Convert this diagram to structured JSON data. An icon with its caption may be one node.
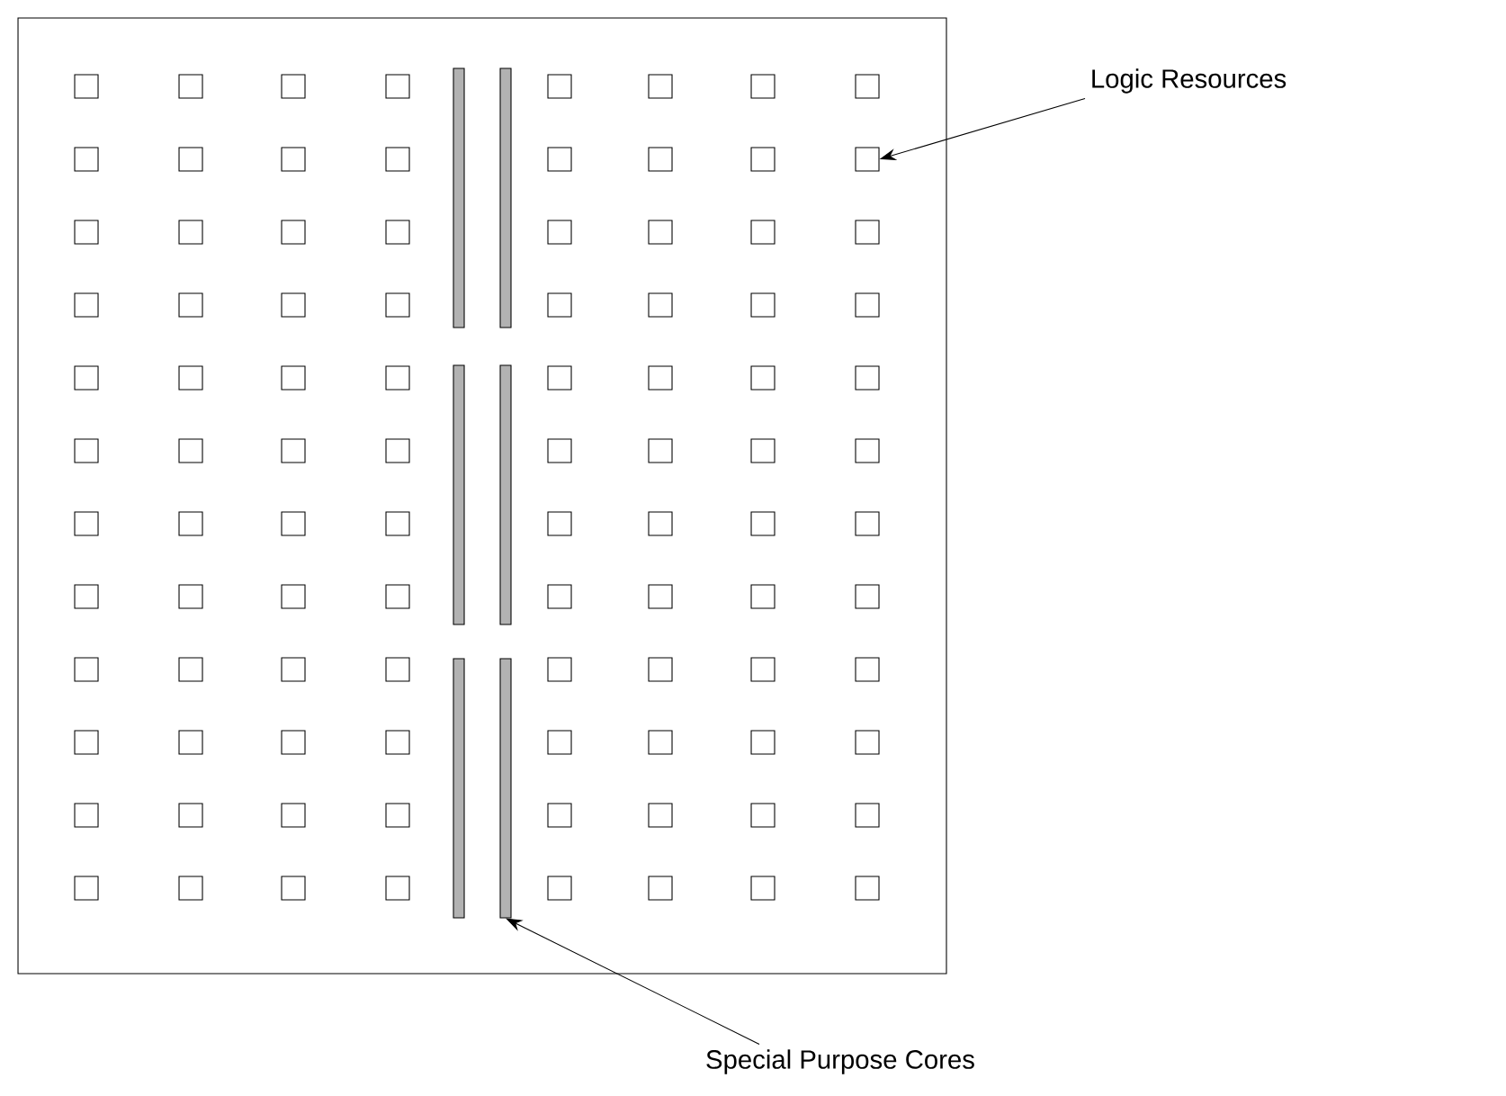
{
  "diagram": {
    "nodes": [
      {
        "text": [],
        "shape": "box"
      },
      {
        "text": [
          "Logic Resources"
        ]
      },
      {
        "text": [],
        "shape": "box",
        "in": 0
      },
      {
        "text": [
          "Special Purpose Cores"
        ]
      },
      {
        "text": [],
        "shape": "bar",
        "in": 0
      }
    ],
    "edges": [
      {
        "from": 1,
        "to": 2,
        "arrow": "to"
      },
      {
        "from": 3,
        "to": 4,
        "arrow": "to"
      }
    ]
  }
}
